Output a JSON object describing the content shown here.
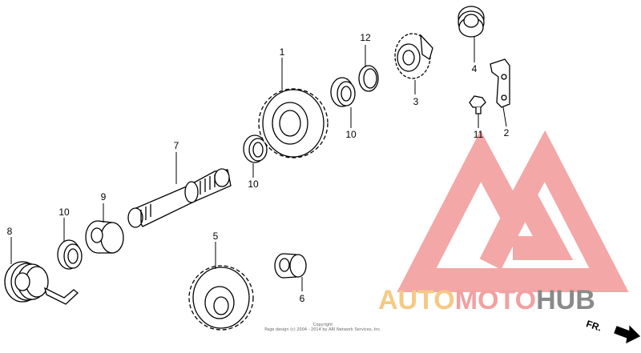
{
  "callouts": [
    "1",
    "2",
    "3",
    "4",
    "5",
    "6",
    "7",
    "8",
    "9",
    "10",
    "10",
    "10",
    "11",
    "12"
  ],
  "copyright": {
    "line1": "Copyright",
    "line2": "Page design (c) 2004 - 2014 by ARI Network Services, Inc."
  },
  "watermark": {
    "part1": "AUTO",
    "part2": "MOTO",
    "part3": "HUB"
  },
  "direction_label": "FR.",
  "colors": {
    "watermark_red": "#f08a8a",
    "watermark_orange": "#f6c983",
    "watermark_gray": "#8a8a8a",
    "line": "#000000"
  }
}
